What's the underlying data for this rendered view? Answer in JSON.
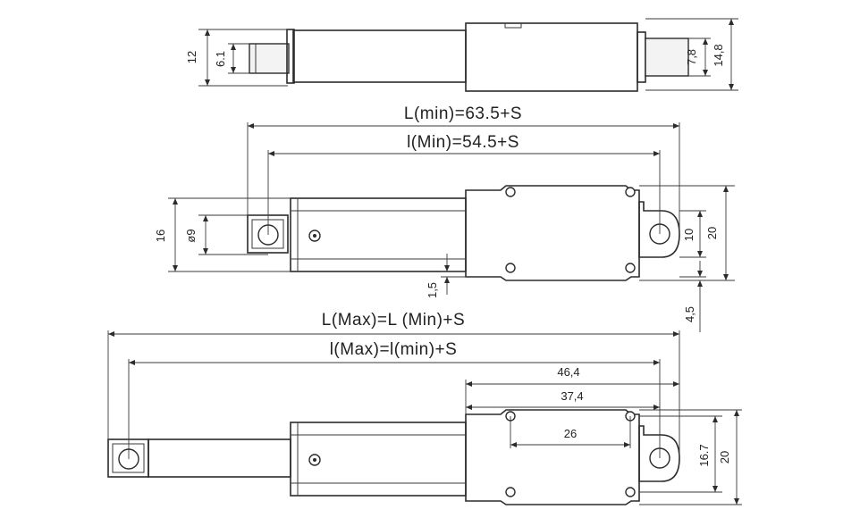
{
  "view_top": {
    "dim_12": "12",
    "dim_6_1": "6.1",
    "dim_7_8": "7,8",
    "dim_14_8": "14,8"
  },
  "view_middle": {
    "L_min_formula": "L(min)=63.5+S",
    "l_min_formula": "l(Min)=54.5+S",
    "dim_16": "16",
    "dim_phi9": "ø9",
    "dim_1_5": "1,5",
    "dim_10": "10",
    "dim_20": "20",
    "dim_4_5": "4,5"
  },
  "view_bottom": {
    "L_max_formula": "L(Max)=L (Min)+S",
    "l_max_formula": "l(Max)=l(min)+S",
    "dim_46_4": "46,4",
    "dim_37_4": "37,4",
    "dim_26": "26",
    "dim_16_7": "16.7",
    "dim_20": "20"
  },
  "colors": {
    "line": "#2b2b2b",
    "background": "#ffffff"
  }
}
